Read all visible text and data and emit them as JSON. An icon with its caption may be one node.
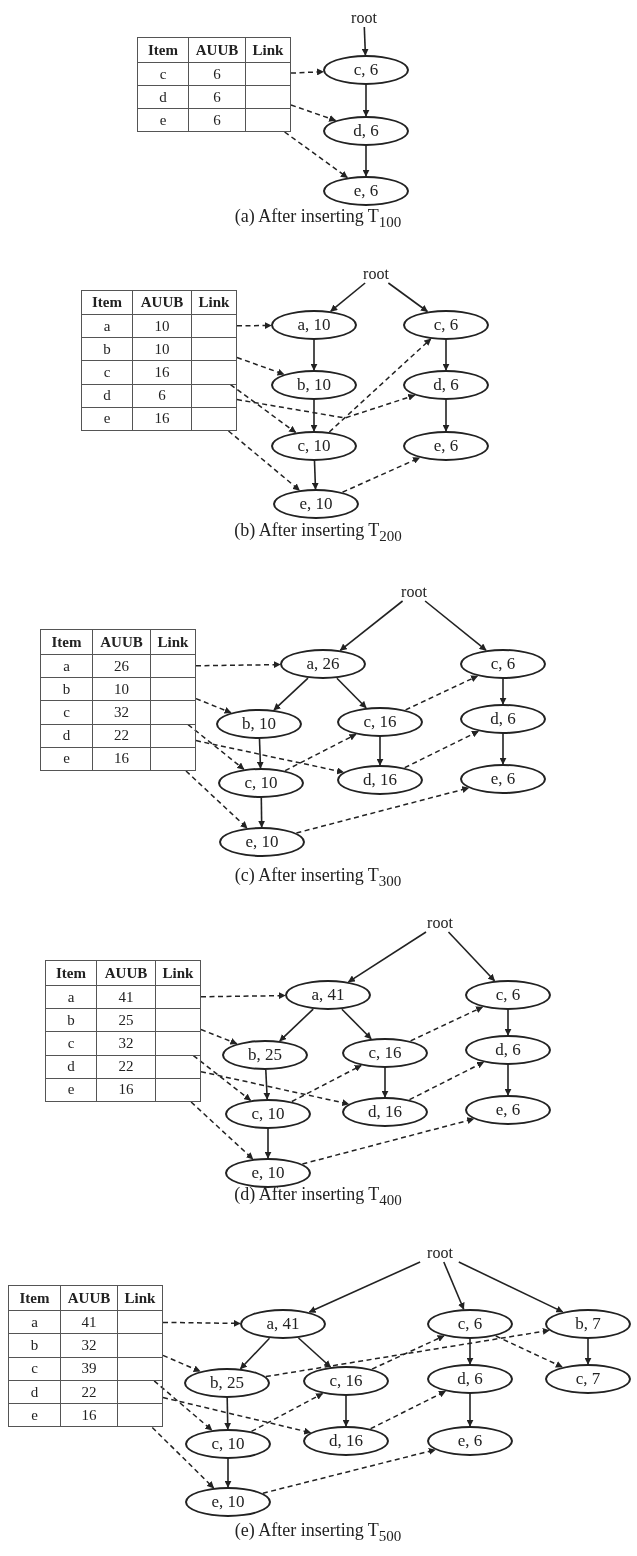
{
  "diagram": {
    "nodes": [
      {
        "text": [
          "root"
        ]
      },
      {
        "text": [],
        "shape": "box"
      },
      {
        "text": [],
        "shape": "box"
      },
      {
        "text": [],
        "shape": "box"
      },
      {
        "text": [
          "c, 6"
        ]
      },
      {
        "text": [
          "d, 6"
        ]
      },
      {
        "text": [
          "e, 6"
        ]
      },
      {
        "text": [
          "root"
        ]
      },
      {
        "text": [],
        "shape": "box"
      },
      {
        "text": [],
        "shape": "box"
      },
      {
        "text": [],
        "shape": "box"
      },
      {
        "text": [],
        "shape": "box"
      },
      {
        "text": [],
        "shape": "box"
      },
      {
        "text": [
          "a, 10"
        ]
      },
      {
        "text": [
          "c, 6"
        ]
      },
      {
        "text": [
          "b, 10"
        ]
      },
      {
        "text": [
          "d, 6"
        ]
      },
      {
        "text": [
          "c, 10"
        ]
      },
      {
        "text": [
          "e, 6"
        ]
      },
      {
        "text": [
          "e, 10"
        ]
      },
      {
        "text": [
          "root"
        ]
      },
      {
        "text": [],
        "shape": "box"
      },
      {
        "text": [],
        "shape": "box"
      },
      {
        "text": [],
        "shape": "box"
      },
      {
        "text": [],
        "shape": "box"
      },
      {
        "text": [],
        "shape": "box"
      },
      {
        "text": [
          "a, 26"
        ]
      },
      {
        "text": [
          "c, 6"
        ]
      },
      {
        "text": [
          "b, 10"
        ]
      },
      {
        "text": [
          "c, 16"
        ]
      },
      {
        "text": [
          "d, 6"
        ]
      },
      {
        "text": [
          "c, 10"
        ]
      },
      {
        "text": [
          "d, 16"
        ]
      },
      {
        "text": [
          "e, 6"
        ]
      },
      {
        "text": [
          "e, 10"
        ]
      },
      {
        "text": [
          "root"
        ]
      },
      {
        "text": [],
        "shape": "box"
      },
      {
        "text": [],
        "shape": "box"
      },
      {
        "text": [],
        "shape": "box"
      },
      {
        "text": [],
        "shape": "box"
      },
      {
        "text": [],
        "shape": "box"
      },
      {
        "text": [
          "a, 41"
        ]
      },
      {
        "text": [
          "c, 6"
        ]
      },
      {
        "text": [
          "b, 25"
        ]
      },
      {
        "text": [
          "c, 16"
        ]
      },
      {
        "text": [
          "d, 6"
        ]
      },
      {
        "text": [
          "c, 10"
        ]
      },
      {
        "text": [
          "d, 16"
        ]
      },
      {
        "text": [
          "e, 6"
        ]
      },
      {
        "text": [
          "e, 10"
        ]
      },
      {
        "text": [
          "root"
        ]
      },
      {
        "text": [],
        "shape": "box"
      },
      {
        "text": [],
        "shape": "box"
      },
      {
        "text": [],
        "shape": "box"
      },
      {
        "text": [],
        "shape": "box"
      },
      {
        "text": [],
        "shape": "box"
      },
      {
        "text": [
          "a, 41"
        ]
      },
      {
        "text": [
          "c, 6"
        ]
      },
      {
        "text": [
          "b, 7"
        ]
      },
      {
        "text": [
          "b, 25"
        ]
      },
      {
        "text": [
          "c, 16"
        ]
      },
      {
        "text": [
          "d, 6"
        ]
      },
      {
        "text": [
          "c, 7"
        ]
      },
      {
        "text": [
          "c, 10"
        ]
      },
      {
        "text": [
          "d, 16"
        ]
      },
      {
        "text": [
          "e, 6"
        ]
      },
      {
        "text": [
          "e, 10"
        ]
      }
    ],
    "edges": [
      {
        "from": 0,
        "to": 4,
        "arrow": "to"
      },
      {
        "from": 4,
        "to": 5,
        "arrow": "to"
      },
      {
        "from": 5,
        "to": 6,
        "arrow": "to"
      },
      {
        "from": 1,
        "to": 4,
        "arrow": "to",
        "style": "dashed"
      },
      {
        "from": 2,
        "to": 5,
        "arrow": "to",
        "style": "dashed"
      },
      {
        "from": 3,
        "to": 6,
        "arrow": "to",
        "style": "dashed"
      },
      {
        "from": 7,
        "to": 13,
        "arrow": "to"
      },
      {
        "from": 7,
        "to": 14,
        "arrow": "to"
      },
      {
        "from": 13,
        "to": 15,
        "arrow": "to"
      },
      {
        "from": 15,
        "to": 17,
        "arrow": "to"
      },
      {
        "from": 17,
        "to": 19,
        "arrow": "to"
      },
      {
        "from": 14,
        "to": 16,
        "arrow": "to"
      },
      {
        "from": 16,
        "to": 18,
        "arrow": "to"
      },
      {
        "from": 8,
        "to": 13,
        "arrow": "to",
        "style": "dashed"
      },
      {
        "from": 9,
        "to": 15,
        "arrow": "to",
        "style": "dashed"
      },
      {
        "from": 10,
        "to": 17,
        "arrow": "to",
        "style": "dashed"
      },
      {
        "from": 17,
        "to": 14,
        "arrow": "to",
        "style": "dashed"
      },
      {
        "from": 11,
        "to": 16,
        "arrow": "to",
        "style": "dashed"
      },
      {
        "from": 12,
        "to": 19,
        "arrow": "to",
        "style": "dashed"
      },
      {
        "from": 19,
        "to": 18,
        "arrow": "to",
        "style": "dashed"
      },
      {
        "from": 20,
        "to": 26,
        "arrow": "to"
      },
      {
        "from": 20,
        "to": 27,
        "arrow": "to"
      },
      {
        "from": 26,
        "to": 28,
        "arrow": "to"
      },
      {
        "from": 26,
        "to": 29,
        "arrow": "to"
      },
      {
        "from": 28,
        "to": 31,
        "arrow": "to"
      },
      {
        "from": 31,
        "to": 34,
        "arrow": "to"
      },
      {
        "from": 29,
        "to": 32,
        "arrow": "to"
      },
      {
        "from": 27,
        "to": 30,
        "arrow": "to"
      },
      {
        "from": 30,
        "to": 33,
        "arrow": "to"
      },
      {
        "from": 21,
        "to": 26,
        "arrow": "to",
        "style": "dashed"
      },
      {
        "from": 22,
        "to": 28,
        "arrow": "to",
        "style": "dashed"
      },
      {
        "from": 23,
        "to": 31,
        "arrow": "to",
        "style": "dashed"
      },
      {
        "from": 31,
        "to": 29,
        "arrow": "to",
        "style": "dashed"
      },
      {
        "from": 29,
        "to": 27,
        "arrow": "to",
        "style": "dashed"
      },
      {
        "from": 24,
        "to": 32,
        "arrow": "to",
        "style": "dashed"
      },
      {
        "from": 32,
        "to": 30,
        "arrow": "to",
        "style": "dashed"
      },
      {
        "from": 25,
        "to": 34,
        "arrow": "to",
        "style": "dashed"
      },
      {
        "from": 34,
        "to": 33,
        "arrow": "to",
        "style": "dashed"
      },
      {
        "from": 35,
        "to": 41,
        "arrow": "to"
      },
      {
        "from": 35,
        "to": 42,
        "arrow": "to"
      },
      {
        "from": 41,
        "to": 43,
        "arrow": "to"
      },
      {
        "from": 41,
        "to": 44,
        "arrow": "to"
      },
      {
        "from": 43,
        "to": 46,
        "arrow": "to"
      },
      {
        "from": 46,
        "to": 49,
        "arrow": "to"
      },
      {
        "from": 44,
        "to": 47,
        "arrow": "to"
      },
      {
        "from": 42,
        "to": 45,
        "arrow": "to"
      },
      {
        "from": 45,
        "to": 48,
        "arrow": "to"
      },
      {
        "from": 36,
        "to": 41,
        "arrow": "to",
        "style": "dashed"
      },
      {
        "from": 37,
        "to": 43,
        "arrow": "to",
        "style": "dashed"
      },
      {
        "from": 38,
        "to": 46,
        "arrow": "to",
        "style": "dashed"
      },
      {
        "from": 46,
        "to": 44,
        "arrow": "to",
        "style": "dashed"
      },
      {
        "from": 44,
        "to": 42,
        "arrow": "to",
        "style": "dashed"
      },
      {
        "from": 39,
        "to": 47,
        "arrow": "to",
        "style": "dashed"
      },
      {
        "from": 47,
        "to": 45,
        "arrow": "to",
        "style": "dashed"
      },
      {
        "from": 40,
        "to": 49,
        "arrow": "to",
        "style": "dashed"
      },
      {
        "from": 49,
        "to": 48,
        "arrow": "to",
        "style": "dashed"
      },
      {
        "from": 50,
        "to": 56,
        "arrow": "to"
      },
      {
        "from": 50,
        "to": 57,
        "arrow": "to"
      },
      {
        "from": 50,
        "to": 58,
        "arrow": "to"
      },
      {
        "from": 56,
        "to": 59,
        "arrow": "to"
      },
      {
        "from": 56,
        "to": 60,
        "arrow": "to"
      },
      {
        "from": 59,
        "to": 63,
        "arrow": "to"
      },
      {
        "from": 63,
        "to": 66,
        "arrow": "to"
      },
      {
        "from": 60,
        "to": 64,
        "arrow": "to"
      },
      {
        "from": 57,
        "to": 61,
        "arrow": "to"
      },
      {
        "from": 61,
        "to": 65,
        "arrow": "to"
      },
      {
        "from": 58,
        "to": 62,
        "arrow": "to"
      },
      {
        "from": 51,
        "to": 56,
        "arrow": "to",
        "style": "dashed"
      },
      {
        "from": 52,
        "to": 59,
        "arrow": "to",
        "style": "dashed"
      },
      {
        "from": 59,
        "to": 58,
        "arrow": "to",
        "style": "dashed"
      },
      {
        "from": 53,
        "to": 63,
        "arrow": "to",
        "style": "dashed"
      },
      {
        "from": 63,
        "to": 60,
        "arrow": "to",
        "style": "dashed"
      },
      {
        "from": 60,
        "to": 57,
        "arrow": "to",
        "style": "dashed"
      },
      {
        "from": 57,
        "to": 62,
        "arrow": "to",
        "style": "dashed"
      },
      {
        "from": 54,
        "to": 64,
        "arrow": "to",
        "style": "dashed"
      },
      {
        "from": 64,
        "to": 61,
        "arrow": "to",
        "style": "dashed"
      },
      {
        "from": 55,
        "to": 66,
        "arrow": "to",
        "style": "dashed"
      },
      {
        "from": 66,
        "to": 65,
        "arrow": "to",
        "style": "dashed"
      }
    ],
    "labels": [
      "Item",
      "AUUB",
      "Link",
      "c",
      "6",
      "d",
      "6",
      "e",
      "6",
      "(a) After inserting T$_{100}$",
      "Item",
      "AUUB",
      "Link",
      "a",
      "10",
      "b",
      "10",
      "c",
      "16",
      "d",
      "6",
      "e",
      "16",
      "(b) After inserting T$_{200}$",
      "Item",
      "AUUB",
      "Link",
      "a",
      "26",
      "b",
      "10",
      "c",
      "32",
      "d",
      "22",
      "e",
      "16",
      "(c) After inserting T$_{300}$",
      "Item",
      "AUUB",
      "Link",
      "a",
      "41",
      "b",
      "25",
      "c",
      "32",
      "d",
      "22",
      "e",
      "16",
      "(d) After inserting T$_{400}$",
      "Item",
      "AUUB",
      "Link",
      "a",
      "41",
      "b",
      "32",
      "c",
      "39",
      "d",
      "22",
      "e",
      "16",
      "(e) After inserting T$_{500}$"
    ]
  }
}
